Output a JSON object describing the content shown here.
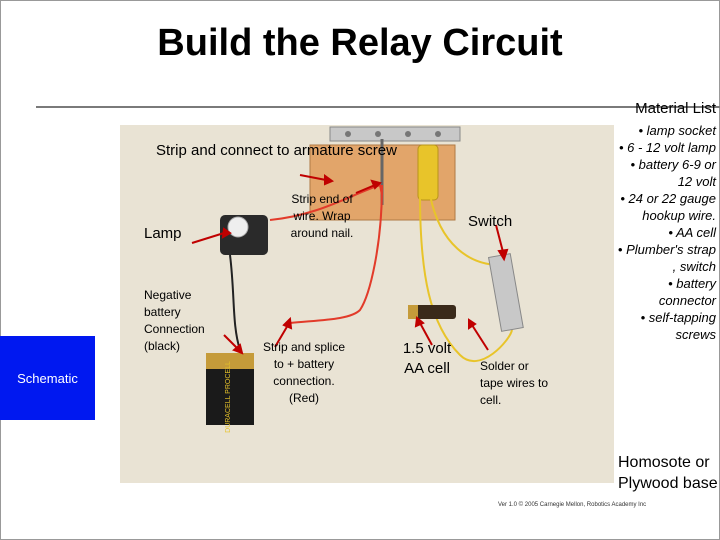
{
  "title": "Build the Relay Circuit",
  "material_list": {
    "heading": "Material List",
    "items": [
      "• lamp socket",
      "• 6 - 12 volt lamp",
      "• battery 6-9 or 12 volt",
      "• 24 or 22 gauge hookup wire.",
      "• AA cell",
      "• Plumber's strap , switch",
      "• battery connector",
      "• self-tapping screws"
    ]
  },
  "labels": {
    "strip_connect": "Strip and connect to armature screw",
    "lamp": "Lamp",
    "strip_end": "Strip end of wire. Wrap around nail.",
    "switch": "Switch",
    "negative": "Negative battery Connection (black)",
    "strip_splice": "Strip and splice to + battery connection. (Red)",
    "aa_cell": "1.5 volt AA cell",
    "solder": "Solder or tape wires to cell.",
    "base": "Homosote or Plywood base"
  },
  "schematic_button": "Schematic",
  "footer": "Ver 1.0 © 2005 Carnegie Mellon, Robotics Academy Inc",
  "battery_text": "DURACELL PROCELL",
  "colors": {
    "schematic_bg": "#0018f0",
    "photo_bg": "#e9e3d4",
    "wood": "#e2a56a",
    "red_wire": "#e23b2a",
    "yellow_wire": "#e8c42a",
    "arrow": "#c00000"
  }
}
